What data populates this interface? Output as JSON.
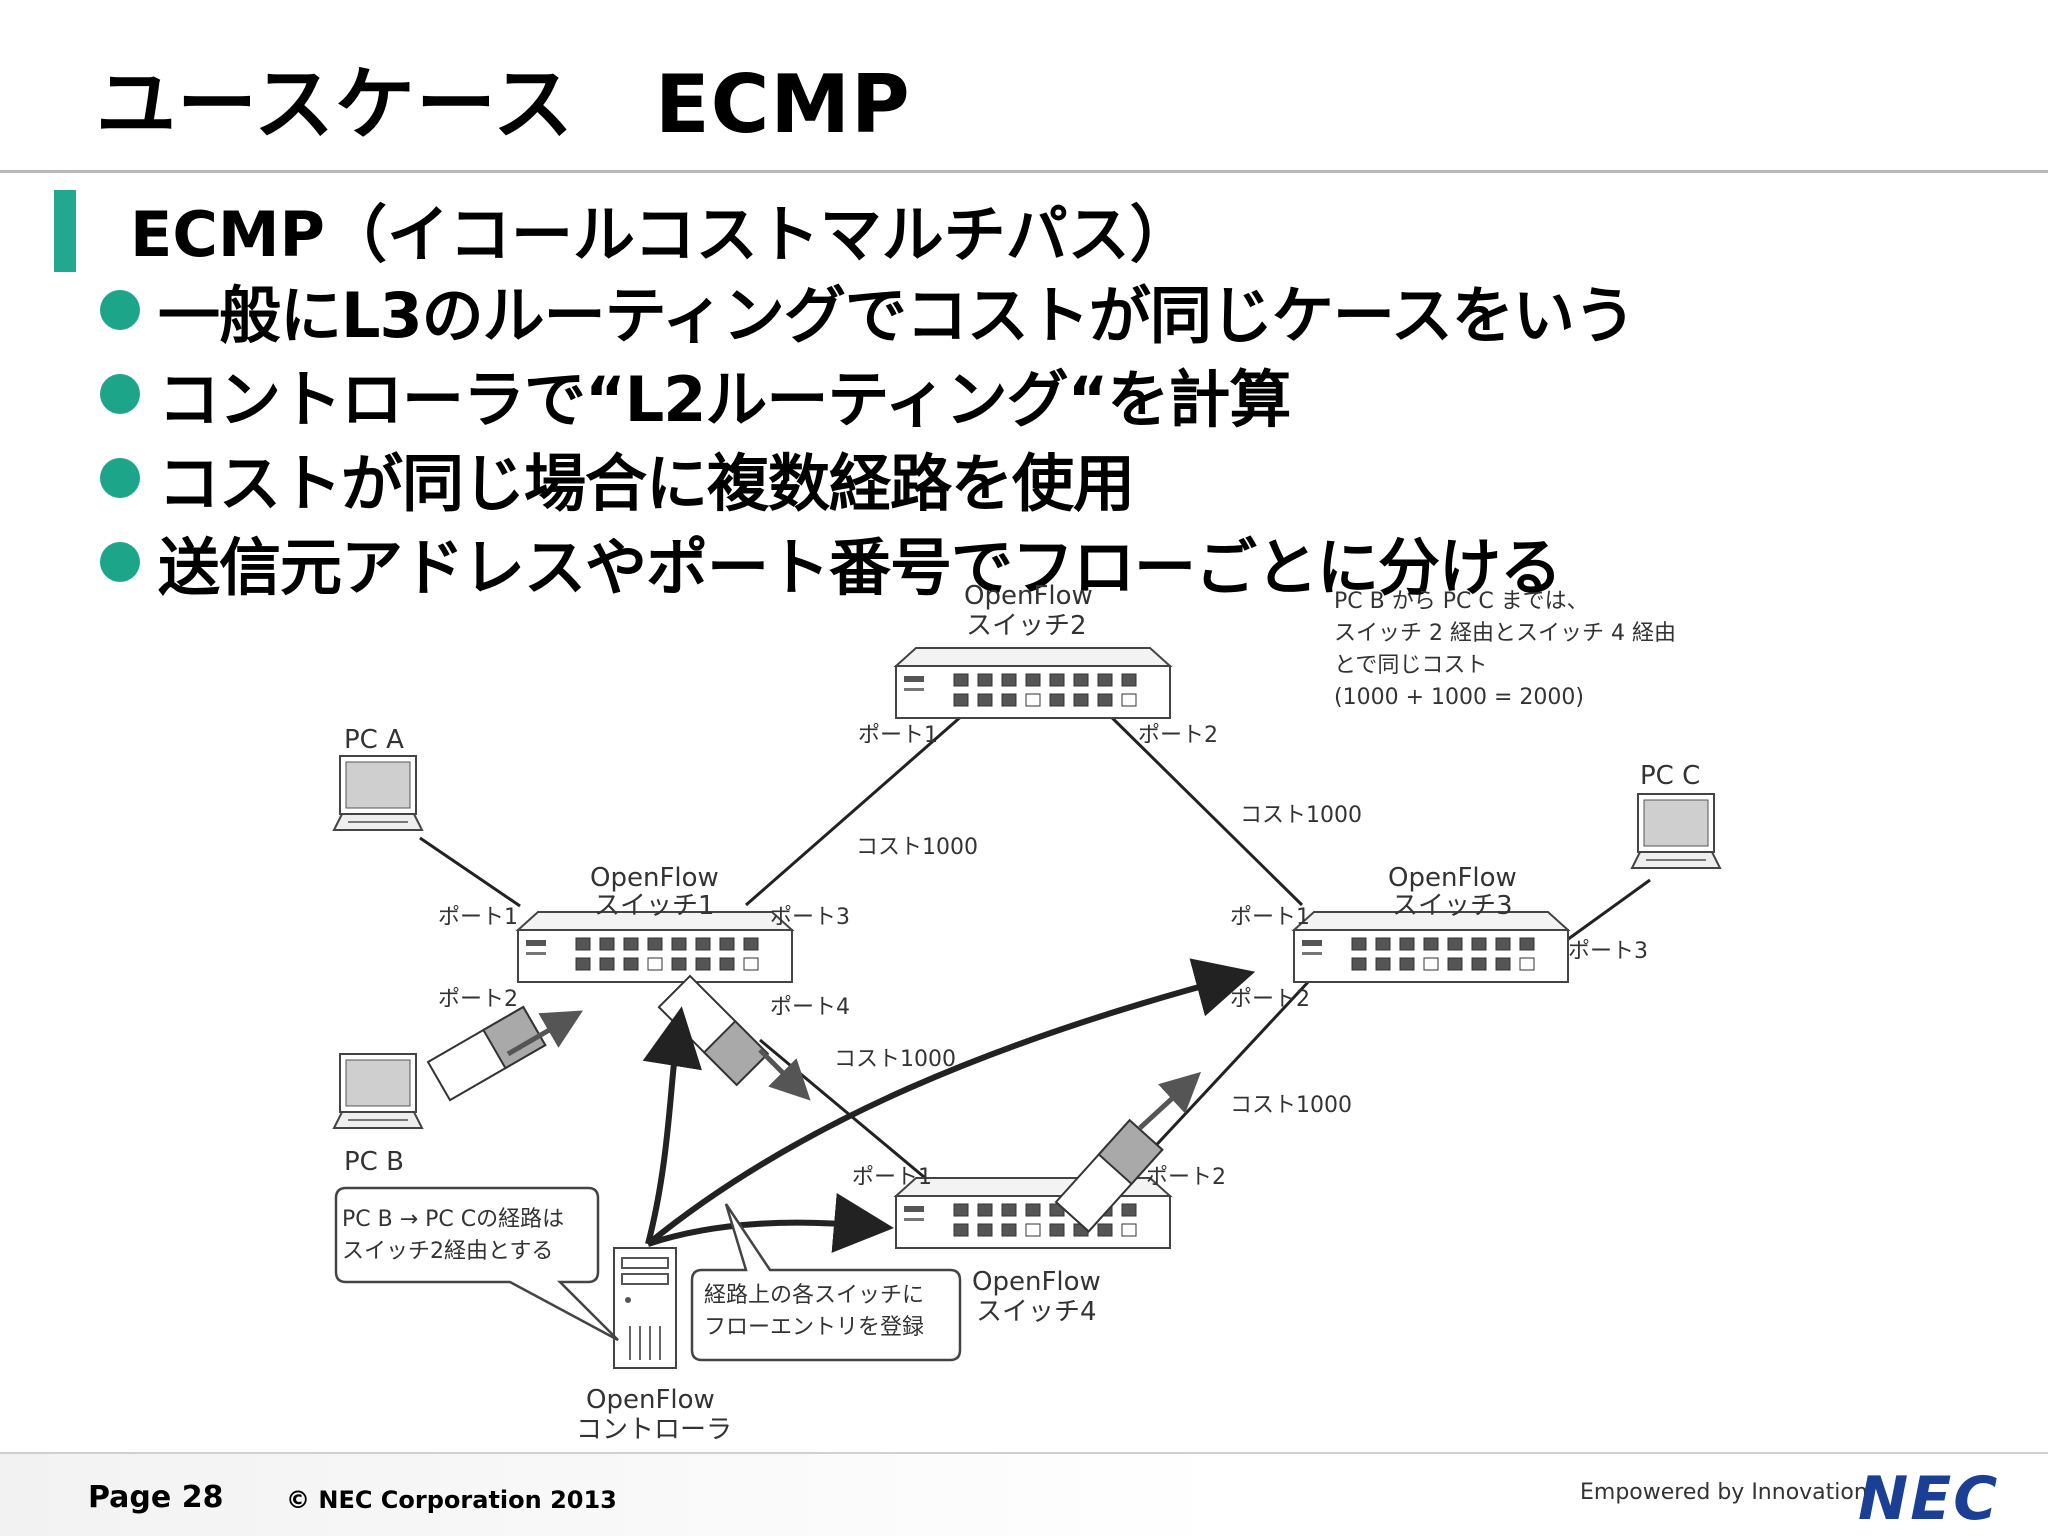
{
  "slide": {
    "title": "ユースケース　ECMP",
    "section": "ECMP（イコールコストマルチパス）",
    "bullets": [
      "一般にL3のルーティングでコストが同じケースをいう",
      "コントローラで“L2ルーティング“を計算",
      "コストが同じ場合に複数経路を使用",
      "送信元アドレスやポート番号でフローごとに分ける"
    ]
  },
  "diagram": {
    "switch2": {
      "line1": "OpenFlow",
      "line2": "スイッチ2"
    },
    "switch1": {
      "line1": "OpenFlow",
      "line2": "スイッチ1"
    },
    "switch3": {
      "line1": "OpenFlow",
      "line2": "スイッチ3"
    },
    "switch4": {
      "line1": "OpenFlow",
      "line2": "スイッチ4"
    },
    "controller": {
      "line1": "OpenFlow",
      "line2": "コントローラ"
    },
    "pc_a": "PC A",
    "pc_b": "PC B",
    "pc_c": "PC C",
    "note": [
      "PC B から PC C までは、",
      "スイッチ 2 経由とスイッチ 4 経由",
      "とで同じコスト",
      "(1000 + 1000 = 2000)"
    ],
    "ports": {
      "sw2_p1": "ポート1",
      "sw2_p2": "ポート2",
      "sw1_p1": "ポート1",
      "sw1_p2": "ポート2",
      "sw1_p3": "ポート3",
      "sw1_p4": "ポート4",
      "sw3_p1": "ポート1",
      "sw3_p2": "ポート2",
      "sw3_p3": "ポート3",
      "sw4_p1": "ポート1",
      "sw4_p2": "ポート2"
    },
    "costs": {
      "sw1_sw2": "コスト1000",
      "sw2_sw3": "コスト1000",
      "sw1_sw4": "コスト1000",
      "sw4_sw3": "コスト1000"
    },
    "callout_route": [
      "PC B → PC Cの経路は",
      "スイッチ2経由とする"
    ],
    "callout_register": [
      "経路上の各スイッチに",
      "フローエントリを登録"
    ]
  },
  "footer": {
    "page": "Page 28",
    "copyright": "© NEC Corporation 2013",
    "tagline": "Empowered by Innovation",
    "logo": "NEC"
  }
}
